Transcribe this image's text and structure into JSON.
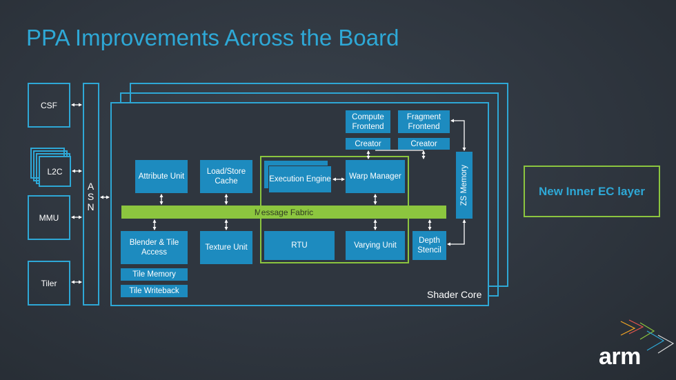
{
  "slide": {
    "title": "PPA Improvements Across the Board",
    "logo_text": "arm"
  },
  "left_column": {
    "csf": "CSF",
    "l2c": "L2C",
    "mmu": "MMU",
    "tiler": "Tiler",
    "asn_letters": [
      "A",
      "S",
      "N"
    ]
  },
  "shader_core": {
    "label": "Shader Core",
    "compute_frontend": "Compute Frontend",
    "fragment_frontend": "Fragment Frontend",
    "compute_creator": "Creator",
    "fragment_creator": "Creator",
    "attribute_unit": "Attribute Unit",
    "load_store_cache": "Load/Store Cache",
    "execution_engine": "Execution Engine",
    "warp_manager": "Warp Manager",
    "zs_memory": "ZS Memory",
    "message_fabric": "Message Fabric",
    "blender_tile_access": "Blender & Tile Access",
    "tile_memory": "Tile Memory",
    "tile_writeback": "Tile Writeback",
    "texture_unit": "Texture Unit",
    "rtu": "RTU",
    "varying_unit": "Varying Unit",
    "depth_stencil": "Depth Stencil"
  },
  "legend": {
    "new_inner_ec_layer": "New Inner EC layer"
  },
  "colors": {
    "accent_blue": "#2ea8d6",
    "box_blue": "#1d8bbf",
    "highlight_green": "#8cc63f",
    "background": "#2f363f"
  },
  "icons": [
    "double-arrow-icon",
    "arm-logo-icon"
  ]
}
